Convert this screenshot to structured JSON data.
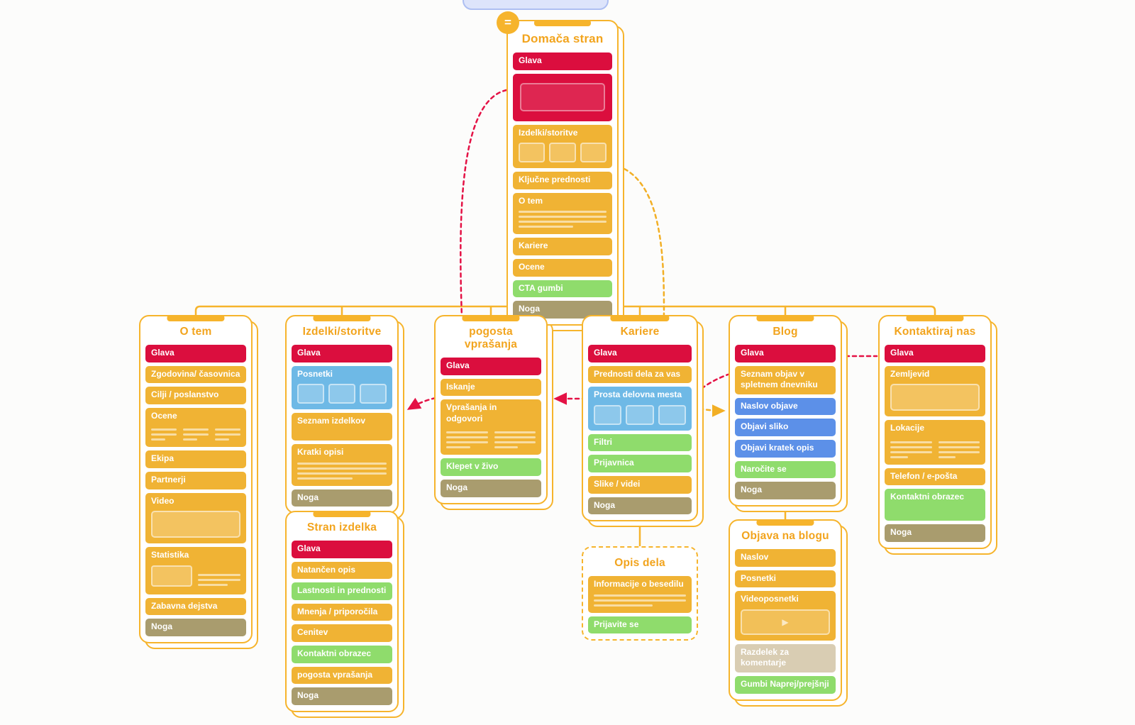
{
  "palette": {
    "connector_yellow": "#f6b42c",
    "section_yellow": "#f0b334",
    "section_red": "#db0e3e",
    "section_green": "#8fdc6c",
    "section_tan": "#a99c6e",
    "section_beige": "#d9cdb3",
    "section_skyblue": "#6eb9e6",
    "section_blue": "#5c90e8",
    "title_orange": "#f2a41d",
    "dashed_red": "#e41245",
    "dashed_yellow": "#f2af25"
  },
  "nodes": [
    {
      "id": "home",
      "title": "Domača stran",
      "root": true,
      "sections": [
        {
          "label": "Glava",
          "color": "red"
        },
        {
          "label": "",
          "color": "red",
          "media": "hero"
        },
        {
          "label": "Izdelki/storitve",
          "color": "yellow",
          "media": "thumbs"
        },
        {
          "label": "Ključne prednosti",
          "color": "yellow"
        },
        {
          "label": "O tem",
          "color": "yellow",
          "media": "lines4"
        },
        {
          "label": "Kariere",
          "color": "yellow"
        },
        {
          "label": "Ocene",
          "color": "yellow"
        },
        {
          "label": "CTA gumbi",
          "color": "green"
        },
        {
          "label": "Noga",
          "color": "tan"
        }
      ]
    },
    {
      "id": "o-tem",
      "title": "O tem",
      "sections": [
        {
          "label": "Glava",
          "color": "red"
        },
        {
          "label": "Zgodovina/ časovnica",
          "color": "yellow"
        },
        {
          "label": "Cilji / poslanstvo",
          "color": "yellow"
        },
        {
          "label": "Ocene",
          "color": "yellow",
          "media": "cols3"
        },
        {
          "label": "Ekipa",
          "color": "yellow"
        },
        {
          "label": "Partnerji",
          "color": "yellow"
        },
        {
          "label": "Video",
          "color": "yellow",
          "media": "frame"
        },
        {
          "label": "Statistika",
          "color": "yellow",
          "media": "stat"
        },
        {
          "label": "Zabavna dejstva",
          "color": "yellow"
        },
        {
          "label": "Noga",
          "color": "tan"
        }
      ]
    },
    {
      "id": "izdelki",
      "title": "Izdelki/storitve",
      "sections": [
        {
          "label": "Glava",
          "color": "red"
        },
        {
          "label": "Posnetki",
          "color": "skyblue",
          "media": "thumbs"
        },
        {
          "label": "Seznam izdelkov",
          "color": "yellow",
          "h": 30
        },
        {
          "label": "Kratki opisi",
          "color": "yellow",
          "media": "lines4"
        },
        {
          "label": "Noga",
          "color": "tan"
        }
      ]
    },
    {
      "id": "stran-izdelka",
      "title": "Stran izdelka",
      "sections": [
        {
          "label": "Glava",
          "color": "red"
        },
        {
          "label": "Natančen opis",
          "color": "yellow"
        },
        {
          "label": "Lastnosti in prednosti",
          "color": "green"
        },
        {
          "label": "Mnenja / priporočila",
          "color": "yellow"
        },
        {
          "label": "Cenitev",
          "color": "yellow"
        },
        {
          "label": "Kontaktni obrazec",
          "color": "green"
        },
        {
          "label": "pogosta vprašanja",
          "color": "yellow"
        },
        {
          "label": "Noga",
          "color": "tan"
        }
      ]
    },
    {
      "id": "faq",
      "title": "pogosta vprašanja",
      "sections": [
        {
          "label": "Glava",
          "color": "red"
        },
        {
          "label": "Iskanje",
          "color": "yellow"
        },
        {
          "label": "Vprašanja in odgovori",
          "color": "yellow",
          "media": "cols2"
        },
        {
          "label": "Klepet v živo",
          "color": "green"
        },
        {
          "label": "Noga",
          "color": "tan"
        }
      ]
    },
    {
      "id": "kariere",
      "title": "Kariere",
      "sections": [
        {
          "label": "Glava",
          "color": "red"
        },
        {
          "label": "Prednosti dela za vas",
          "color": "yellow"
        },
        {
          "label": "Prosta delovna mesta",
          "color": "skyblue",
          "media": "thumbs"
        },
        {
          "label": "Filtri",
          "color": "green"
        },
        {
          "label": "Prijavnica",
          "color": "green"
        },
        {
          "label": "Slike / videi",
          "color": "yellow"
        },
        {
          "label": "Noga",
          "color": "tan"
        }
      ]
    },
    {
      "id": "opis-dela",
      "title": "Opis dela",
      "dashed": true,
      "sections": [
        {
          "label": "Informacije o besedilu",
          "color": "yellow",
          "media": "lines3"
        },
        {
          "label": "Prijavite se",
          "color": "green"
        }
      ]
    },
    {
      "id": "blog",
      "title": "Blog",
      "sections": [
        {
          "label": "Glava",
          "color": "red"
        },
        {
          "label": "Seznam objav v spletnem dnevniku",
          "color": "yellow"
        },
        {
          "label": "Naslov objave",
          "color": "blue"
        },
        {
          "label": "Objavi sliko",
          "color": "blue"
        },
        {
          "label": "Objavi kratek opis",
          "color": "blue"
        },
        {
          "label": "Naročite se",
          "color": "green"
        },
        {
          "label": "Noga",
          "color": "tan"
        }
      ]
    },
    {
      "id": "objava",
      "title": "Objava na blogu",
      "sections": [
        {
          "label": "Naslov",
          "color": "yellow"
        },
        {
          "label": "Posnetki",
          "color": "yellow"
        },
        {
          "label": "Videoposnetki",
          "color": "yellow",
          "media": "play"
        },
        {
          "label": "Razdelek za komentarje",
          "color": "beige"
        },
        {
          "label": "Gumbi Naprej/prejšnji",
          "color": "green"
        }
      ]
    },
    {
      "id": "kontakt",
      "title": "Kontaktiraj nas",
      "sections": [
        {
          "label": "Glava",
          "color": "red"
        },
        {
          "label": "Zemljevid",
          "color": "yellow",
          "media": "frame"
        },
        {
          "label": "Lokacije",
          "color": "yellow",
          "media": "cols2s"
        },
        {
          "label": "Telefon / e-pošta",
          "color": "yellow"
        },
        {
          "label": "Kontaktni obrazec",
          "color": "green",
          "h": 36
        },
        {
          "label": "Noga",
          "color": "tan"
        }
      ]
    }
  ],
  "connections": {
    "tree": [
      {
        "from": "Domača stran",
        "to": "O tem"
      },
      {
        "from": "Domača stran",
        "to": "Izdelki/storitve"
      },
      {
        "from": "Domača stran",
        "to": "pogosta vprašanja"
      },
      {
        "from": "Domača stran",
        "to": "Kariere"
      },
      {
        "from": "Domača stran",
        "to": "Blog"
      },
      {
        "from": "Domača stran",
        "to": "Kontaktiraj nas"
      },
      {
        "from": "Izdelki/storitve",
        "to": "Stran izdelka"
      },
      {
        "from": "Kariere",
        "to": "Opis dela"
      },
      {
        "from": "Blog",
        "to": "Objava na blogu"
      }
    ],
    "dashed": [
      {
        "from": "Domača stran",
        "to": "pogosta vprašanja",
        "color": "red"
      },
      {
        "from": "pogosta vprašanja",
        "to": "Izdelki/storitve",
        "color": "red"
      },
      {
        "from": "Blog",
        "to": "pogosta vprašanja",
        "color": "red"
      },
      {
        "from": "Blog",
        "to": "Kontaktiraj nas",
        "color": "red"
      },
      {
        "from": "Domača stran",
        "to": "Blog",
        "color": "yellow"
      }
    ]
  }
}
